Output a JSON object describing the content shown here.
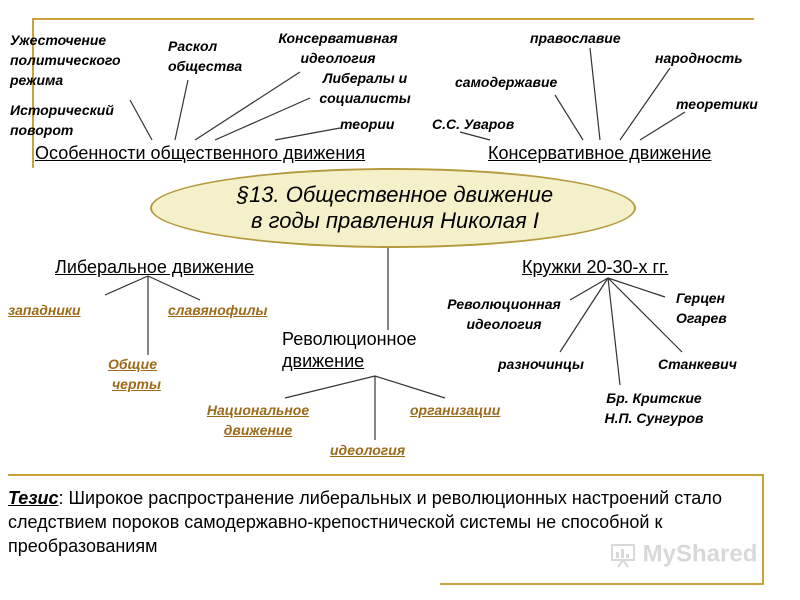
{
  "title": {
    "line1": "§13. Общественное движение",
    "line2": "в годы правления Николая I"
  },
  "headers": {
    "features": "Особенности общественного движения",
    "conservative": "Консервативное движение",
    "liberal": "Либеральное движение",
    "circles": "Кружки 20-30-х гг.",
    "revolutionary_line1": "Революционное",
    "revolutionary_line2": "движение"
  },
  "features_items": {
    "tightening": "Ужесточение политического режима",
    "turn": "Исторический поворот",
    "split": "Раскол общества",
    "conservative_ideology": "Консервативная идеология",
    "liberals_socialists": "Либералы и социалисты",
    "theories": "теории"
  },
  "conservative_items": {
    "uvarov": "С.С. Уваров",
    "orthodoxy": "православие",
    "autocracy": "самодержавие",
    "nationality": "народность",
    "theorists": "теоретики"
  },
  "liberal_items": {
    "westerners": "западники",
    "slavophiles": "славянофилы",
    "common_line1": "Общие",
    "common_line2": "черты"
  },
  "revolutionary_items": {
    "national_line1": "Национальное",
    "national_line2": "движение",
    "organizations": "организации",
    "ideology": "идеология"
  },
  "circles_items": {
    "rev_ideology_line1": "Революционная",
    "rev_ideology_line2": "идеология",
    "herzen": "Герцен",
    "ogarev": "Огарев",
    "raznochintsy": "разночинцы",
    "stankevich": "Станкевич",
    "kritskie": "Бр. Критские",
    "sungurov": "Н.П. Сунгуров"
  },
  "thesis": {
    "label": "Тезис",
    "text": ": Широкое распространение либеральных и революционных настроений стало следствием пороков самодержавно-крепостнической системы не способной к преобразованиям"
  },
  "watermark": "MyShared",
  "colors": {
    "accent": "#c8a23a",
    "link": "#9b6b1a",
    "ellipse_fill": "#f4f0c9"
  }
}
